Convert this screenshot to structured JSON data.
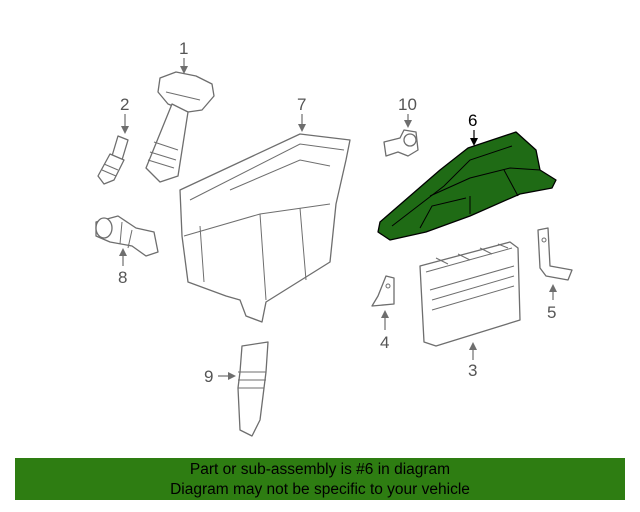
{
  "colors": {
    "highlight": "#1f6b15",
    "banner_bg": "#2e7d12",
    "line": "#6e6e6e"
  },
  "callouts": [
    {
      "id": "1",
      "label": "1"
    },
    {
      "id": "2",
      "label": "2"
    },
    {
      "id": "3",
      "label": "3"
    },
    {
      "id": "4",
      "label": "4"
    },
    {
      "id": "5",
      "label": "5"
    },
    {
      "id": "6",
      "label": "6",
      "highlighted": true
    },
    {
      "id": "7",
      "label": "7"
    },
    {
      "id": "8",
      "label": "8"
    },
    {
      "id": "9",
      "label": "9"
    },
    {
      "id": "10",
      "label": "10"
    }
  ],
  "banner": {
    "line1": "Part or sub-assembly is #6 in diagram",
    "line2": "Diagram may not be specific to your vehicle"
  }
}
